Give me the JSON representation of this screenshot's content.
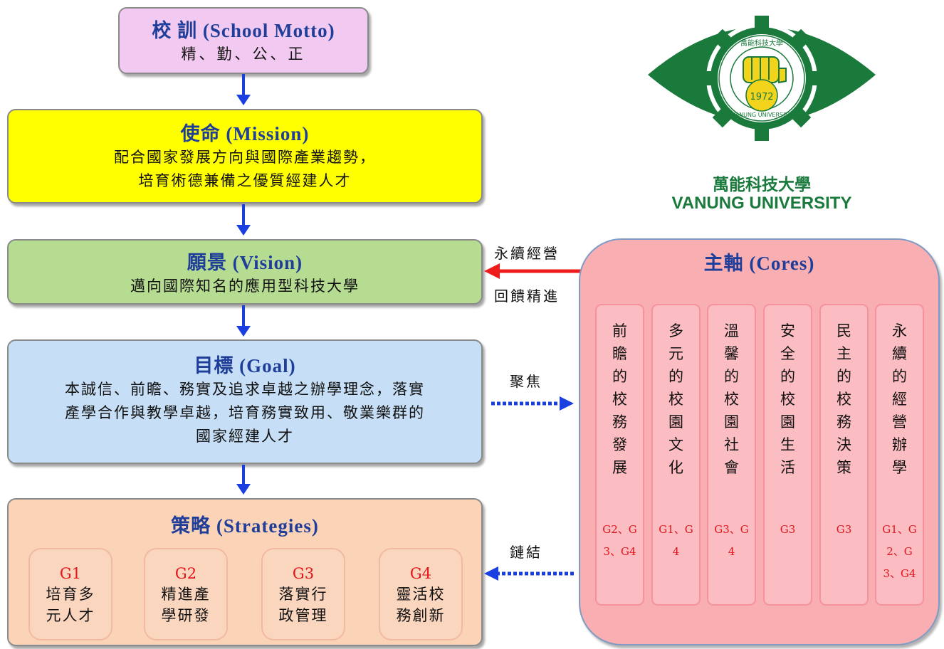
{
  "motto": {
    "title": "校 訓 (School Motto)",
    "text": "精、勤、公、正"
  },
  "mission": {
    "title": "使命 (Mission)",
    "lines": [
      "配合國家發展方向與國際產業趨勢，",
      "培育術德兼備之優質經建人才"
    ]
  },
  "vision": {
    "title": "願景 (Vision)",
    "text": "邁向國際知名的應用型科技大學"
  },
  "goal": {
    "title": "目標 (Goal)",
    "lines": [
      "本誠信、前瞻、務實及追求卓越之辦學理念，落實",
      "產學合作與教學卓越，培育務實致用、敬業樂群的",
      "國家經建人才"
    ]
  },
  "strategies": {
    "title": "策略 (Strategies)",
    "items": [
      {
        "code": "G1",
        "line1": "培育多",
        "line2": "元人才"
      },
      {
        "code": "G2",
        "line1": "精進產",
        "line2": "學研發"
      },
      {
        "code": "G3",
        "line1": "落實行",
        "line2": "政管理"
      },
      {
        "code": "G4",
        "line1": "靈活校",
        "line2": "務創新"
      }
    ]
  },
  "cores": {
    "title": "主軸 (Cores)",
    "columns": [
      {
        "text": "前瞻的校務發展",
        "codes": "G2、G3、G4"
      },
      {
        "text": "多元的校園文化",
        "codes": "G1、G4"
      },
      {
        "text": "溫馨的校園社會",
        "codes": "G3、G4"
      },
      {
        "text": "安全的校園生活",
        "codes": "G3"
      },
      {
        "text": "民主的校務決策",
        "codes": "G3"
      },
      {
        "text": "永續的經營辦學",
        "codes": "G1、G2、G3、G4"
      }
    ]
  },
  "connectors": {
    "sustain": "永續經營",
    "feedback": "回饋精進",
    "focus": "聚焦",
    "link": "鏈結"
  },
  "logo": {
    "year": "1972",
    "seal_text": "萬能科技大學",
    "ring_text": "VANUNG UNIVERSITY",
    "name_zh": "萬能科技大學",
    "name_en": "VANUNG UNIVERSITY"
  },
  "colors": {
    "motto": "#f2c9f0",
    "mission": "#ffff00",
    "vision": "#b6dc92",
    "goal": "#c6dff6",
    "strategies": "#fbd3b7",
    "cores": "#f9aeb2",
    "title_blue": "#1f3e99",
    "code_red": "#e3141b",
    "arrow_blue": "#1a3fe0",
    "arrow_red": "#ee1c1c",
    "logo_green": "#1a7a3c"
  }
}
